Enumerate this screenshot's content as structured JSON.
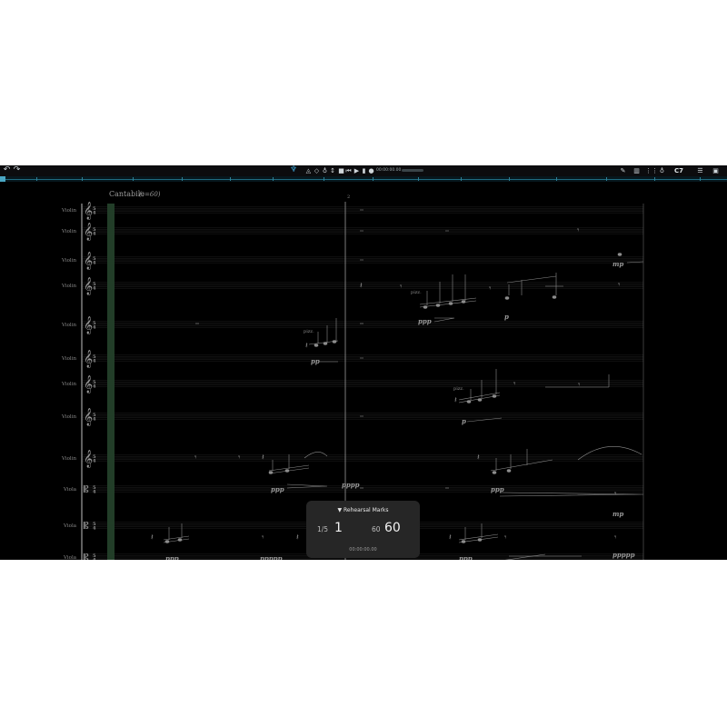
{
  "toolbar": {
    "undo_icon": "undo-icon",
    "redo_icon": "redo-icon",
    "transport_time": "00:00:00.00",
    "key": "C7"
  },
  "score": {
    "tempo_text": "Cantabile",
    "tempo_mark": "(♩=60)",
    "bar_number": "2",
    "time_sig_top": "5",
    "time_sig_bottom": "4",
    "instruments": [
      "Violin",
      "Violin",
      "Violin",
      "Violin",
      "Violin",
      "Violin",
      "Violin",
      "Violin",
      "Violin",
      "Viola",
      "Viola",
      "Viola"
    ],
    "dynamics": {
      "mp1": "mp",
      "ppp1": "ppp",
      "pp1": "pp",
      "p1": "p",
      "p2": "p",
      "ppp2": "ppp",
      "pppp1": "pppp",
      "ppp3": "ppp",
      "mp2": "mp",
      "ppp4": "ppp",
      "ppppp1": "ppppp",
      "ppp5": "ppp",
      "ppppp2": "ppppp"
    },
    "techniques": {
      "pizz1": "pizz.",
      "pizz2": "pizz.",
      "pizz3": "pizz."
    },
    "tuplet": "3"
  },
  "rehearsal_panel": {
    "title": "▼ Rehearsal Marks",
    "index": "1/5",
    "mark": "1",
    "bar_small": "60",
    "bar_big": "60",
    "time": "00:00:00.00"
  }
}
